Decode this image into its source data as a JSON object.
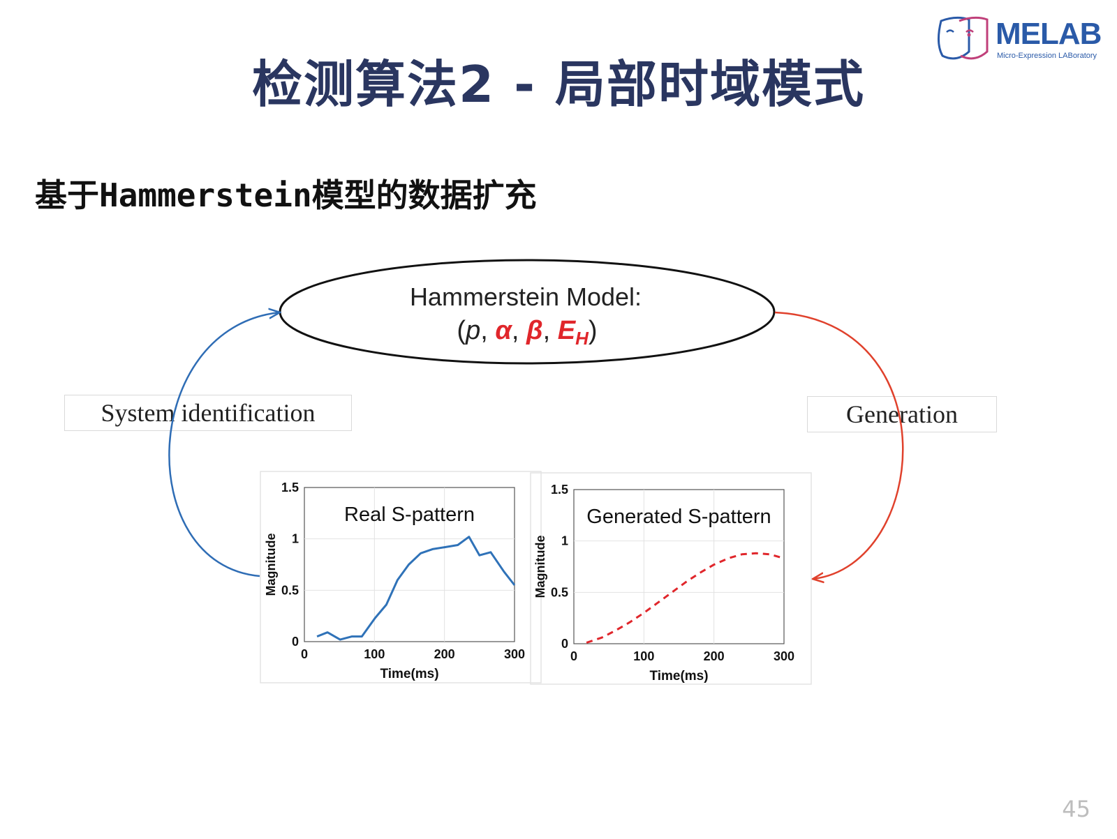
{
  "title": "检测算法2 - 局部时域模式",
  "logo": {
    "name": "MELAB",
    "subtitle": "Micro-Expression LABoratory"
  },
  "subtitle": "基于Hammerstein模型的数据扩充",
  "model": {
    "label": "Hammerstein Model:",
    "params_open": "(",
    "p": "p",
    "sep": ", ",
    "alpha": "α",
    "beta": "β",
    "E": "E",
    "E_sub": "H",
    "params_close": ")"
  },
  "labels": {
    "left": "System identification",
    "right": "Generation"
  },
  "colors": {
    "title": "#2a3660",
    "blue_arrow": "#2f6db5",
    "red_arrow": "#e0412c",
    "param_red": "#e0262b"
  },
  "page_number": "45",
  "chart_data": [
    {
      "type": "line",
      "title": "Real S-pattern",
      "xlabel": "Time(ms)",
      "ylabel": "Magnitude",
      "xlim": [
        0,
        300
      ],
      "ylim": [
        0,
        1.5
      ],
      "xticks": [
        "0",
        "100",
        "200",
        "300"
      ],
      "yticks": [
        "0",
        "0.5",
        "1",
        "1.5"
      ],
      "grid": true,
      "line_style": "solid",
      "color": "#2f72b8",
      "x": [
        18,
        33,
        51,
        68,
        82,
        101,
        117,
        133,
        149,
        166,
        183,
        201,
        219,
        235,
        250,
        266,
        285,
        300
      ],
      "y": [
        0.05,
        0.09,
        0.02,
        0.05,
        0.05,
        0.23,
        0.36,
        0.6,
        0.75,
        0.86,
        0.9,
        0.92,
        0.94,
        1.02,
        0.84,
        0.87,
        0.68,
        0.55
      ]
    },
    {
      "type": "line",
      "title": "Generated S-pattern",
      "xlabel": "Time(ms)",
      "ylabel": "Magnitude",
      "xlim": [
        0,
        300
      ],
      "ylim": [
        0,
        1.5
      ],
      "xticks": [
        "0",
        "100",
        "200",
        "300"
      ],
      "yticks": [
        "0",
        "0.5",
        "1",
        "1.5"
      ],
      "grid": true,
      "line_style": "dashed",
      "color": "#e0262b",
      "x": [
        18,
        40,
        60,
        80,
        100,
        120,
        140,
        160,
        180,
        200,
        220,
        240,
        260,
        280,
        300
      ],
      "y": [
        0.01,
        0.06,
        0.13,
        0.21,
        0.3,
        0.4,
        0.5,
        0.6,
        0.69,
        0.77,
        0.83,
        0.87,
        0.88,
        0.87,
        0.83
      ]
    }
  ]
}
